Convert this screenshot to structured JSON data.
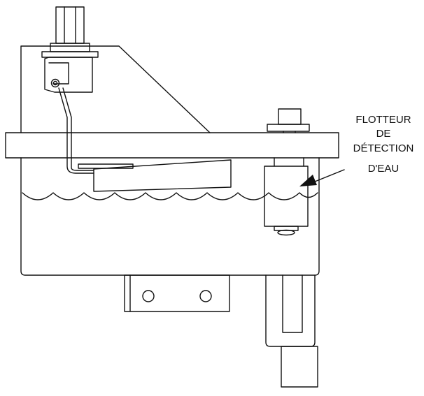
{
  "callout": {
    "lines": [
      "FLOTTEUR",
      "DE",
      "DÉTECTION",
      "D'EAU"
    ]
  },
  "colors": {
    "line": "#111111",
    "background": "#ffffff"
  }
}
